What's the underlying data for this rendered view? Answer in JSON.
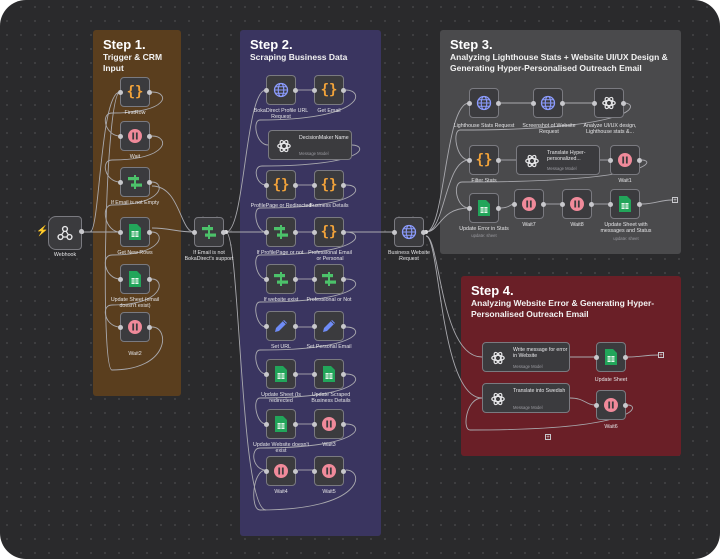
{
  "colors": {
    "canvas": "#2a2a2c",
    "step1": "#5a3e1e",
    "step2": "#3a3560",
    "step3": "#4a4a4c",
    "step4": "#6a1f27",
    "node": "#3b3b3e",
    "wire": "#a9a9ae"
  },
  "steps": {
    "step1": {
      "title": "Step 1.",
      "subtitle": "Trigger & CRM Input"
    },
    "step2": {
      "title": "Step 2.",
      "subtitle": "Scraping Business Data"
    },
    "step3": {
      "title": "Step 3.",
      "subtitle": "Analyzing Lighthouse Stats + Website UI/UX Design & Generating Hyper-Personalised Outreach Email"
    },
    "step4": {
      "title": "Step 4.",
      "subtitle": "Analyzing Website Error & Generating Hyper-Personalised Outreach Email"
    }
  },
  "nodes": {
    "webhook": {
      "label": "Webhook",
      "icon": "webhook-icon"
    },
    "first_row": {
      "label": "FirstRow",
      "icon": "code-icon"
    },
    "wait": {
      "label": "Wait",
      "icon": "pause-icon"
    },
    "if_email_not_empty": {
      "label": "If Email is not Empty",
      "icon": "if-icon"
    },
    "get_new_rows": {
      "label": "Get New Rows",
      "icon": "sheet-icon"
    },
    "update_sheet_email": {
      "label": "Update Sheet (email doesn't exist)",
      "icon": "sheet-icon"
    },
    "wait2": {
      "label": "Wait2",
      "icon": "pause-icon"
    },
    "if_email_not_support": {
      "label": "If Email is not BokaDirect's support",
      "icon": "if-icon"
    },
    "bokadirect_profile": {
      "label": "BokaDirect Profile URL Request",
      "icon": "globe-icon"
    },
    "get_email": {
      "label": "Get Email",
      "icon": "code-icon"
    },
    "decision_maker": {
      "label": "DecisionMaker Name",
      "sub": "Message Model",
      "icon": "openai-icon"
    },
    "profilepage_redirected": {
      "label": "ProfilePage or Redirected",
      "icon": "code-icon"
    },
    "business_details": {
      "label": "Business Details",
      "icon": "code-icon"
    },
    "if_profilepage": {
      "label": "If ProfilePage or not",
      "icon": "if-icon"
    },
    "personal_email": {
      "label": "Professional Email or Personal",
      "icon": "code-icon"
    },
    "if_website_exist": {
      "label": "If website exist",
      "icon": "if-icon"
    },
    "professional_or_not": {
      "label": "Professional or Not",
      "icon": "if-icon"
    },
    "set_url": {
      "label": "Set URL",
      "icon": "pen-icon"
    },
    "set_personal_email": {
      "label": "Set Personal Email",
      "icon": "pen-icon"
    },
    "update_sheet_redirected": {
      "label": "Update Sheet (Is redirected",
      "icon": "sheet-icon"
    },
    "update_scraped": {
      "label": "Update Scraped Business Details",
      "icon": "sheet-icon"
    },
    "update_website_not_exist": {
      "label": "Update Website doesn't exist",
      "icon": "sheet-icon"
    },
    "wait3": {
      "label": "Wait3",
      "icon": "pause-icon"
    },
    "wait4": {
      "label": "Wait4",
      "icon": "pause-icon"
    },
    "wait5": {
      "label": "Wait5",
      "icon": "pause-icon"
    },
    "business_website_request": {
      "label": "Business Website Request",
      "icon": "globe-icon"
    },
    "lighthouse_request": {
      "label": "Lighthouse Stats Request",
      "icon": "globe-icon"
    },
    "screenshot_request": {
      "label": "Screenshot of Website Request",
      "icon": "globe-icon"
    },
    "analyze_uiux": {
      "label": "Analyze UI/UX design, Lighthouse stats &...",
      "icon": "openai-icon"
    },
    "filter_stats": {
      "label": "Filter Stats",
      "icon": "code-icon"
    },
    "translate_hyper": {
      "label": "Translate Hyper-personalized...",
      "sub": "Message Model",
      "icon": "openai-icon"
    },
    "wait1": {
      "label": "Wait1",
      "icon": "pause-icon"
    },
    "update_error_stats": {
      "label": "Update Error in Stats",
      "sub": "update: sheet",
      "icon": "sheet-icon"
    },
    "wait7": {
      "label": "Wait7",
      "icon": "pause-icon"
    },
    "wait8": {
      "label": "Wait8",
      "icon": "pause-icon"
    },
    "update_sheet_messages": {
      "label": "Update Sheet with messages and Status",
      "sub": "update: sheet",
      "icon": "sheet-icon"
    },
    "write_message_error": {
      "label": "Write message for error in Website",
      "sub": "Message Model",
      "icon": "openai-icon"
    },
    "translate_swedish": {
      "label": "Translate into Swedish",
      "sub": "Message Model",
      "icon": "openai-icon"
    },
    "update_sheet": {
      "label": "Update Sheet",
      "icon": "sheet-icon"
    },
    "wait6": {
      "label": "Wait6",
      "icon": "pause-icon"
    }
  }
}
